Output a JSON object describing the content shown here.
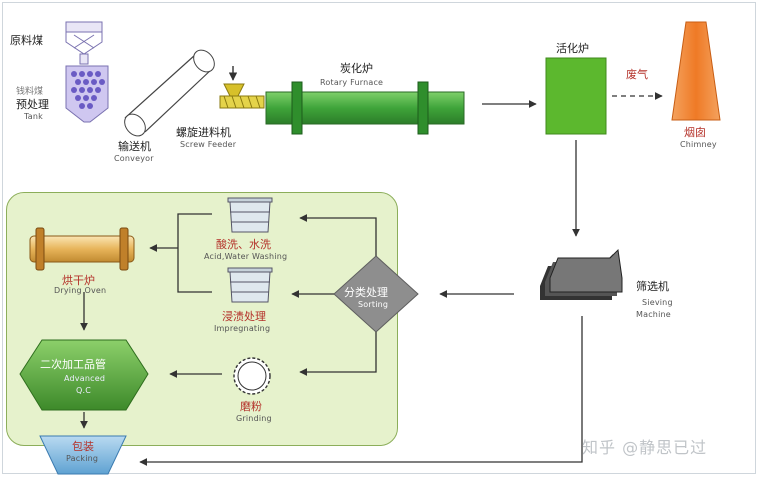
{
  "labels": {
    "raw_coal": "原料煤",
    "garbled_label": "钱料煤",
    "pretreat": "预处理",
    "tank_en": "Tank",
    "conveyor_zh": "输送机",
    "conveyor_en": "Conveyor",
    "screw_zh": "螺旋进料机",
    "screw_en": "Screw Feeder",
    "rotary_zh": "炭化炉",
    "rotary_en": "Rotary Furnace",
    "activation_zh": "活化炉",
    "waste_gas": "废气",
    "chimney_zh": "烟囱",
    "chimney_en": "Chimney",
    "sieving_zh": "筛选机",
    "sieving_en1": "Sieving",
    "sieving_en2": "Machine",
    "acid_zh": "酸洗、水洗",
    "acid_en": "Acid,Water Washing",
    "sorting_zh": "分类处理",
    "sorting_en": "Sorting",
    "impreg_zh": "浸渍处理",
    "impreg_en": "Impregnating",
    "grind_zh": "磨粉",
    "grind_en": "Grinding",
    "dry_zh": "烘干炉",
    "dry_en": "Drying Oven",
    "qc_zh": "二次加工品管",
    "qc_en1": "Advanced",
    "qc_en2": "Q.C",
    "pack_zh": "包装",
    "pack_en": "Packing"
  },
  "watermark": "知乎 @静思已过",
  "colors": {
    "panel_fill": "#e6f2cc",
    "furnace_green": "#3fa43a",
    "activation_green": "#5cb82e",
    "chimney_orange": "#ef7a26",
    "tank_purple": "#8f7fd3",
    "sorting_gray": "#8e8e8e",
    "qc_green": "#5aa33e",
    "packing_blue": "#78b3dc"
  }
}
